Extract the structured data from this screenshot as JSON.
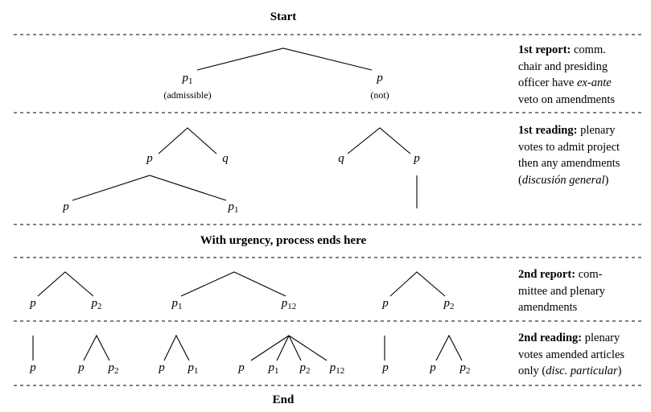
{
  "stages": {
    "start": "Start",
    "urgency": "With urgency, process ends here",
    "end": "End"
  },
  "descriptions": {
    "report1": {
      "head": "1st report:",
      "line1": "comm.",
      "line2": "chair and presiding",
      "line3a": "officer have",
      "line3b": "ex-ante",
      "line4": "veto on amendments"
    },
    "reading1": {
      "head": "1st reading:",
      "line1": "plenary",
      "line2": "votes to admit project",
      "line3": "then any amendments",
      "line4a": "(",
      "line4b": "discusión general",
      "line4c": ")"
    },
    "report2": {
      "head": "2nd report:",
      "line1": "com-",
      "line2": "mittee and plenary",
      "line3": "amendments"
    },
    "reading2": {
      "head": "2nd reading:",
      "line1": "plenary",
      "line2": "votes amended articles",
      "line3a": "only (",
      "line3b": "disc. particular",
      "line3c": ")"
    }
  },
  "row1": {
    "left": {
      "base": "p",
      "sub": "1",
      "note": "(admissible)"
    },
    "right": {
      "base": "p",
      "sub": "",
      "note": "(not)"
    }
  },
  "row2": {
    "a1": {
      "base": "p",
      "sub": ""
    },
    "a2": {
      "base": "q",
      "sub": ""
    },
    "b1": {
      "base": "q",
      "sub": ""
    },
    "b2": {
      "base": "p",
      "sub": ""
    },
    "c1": {
      "base": "p",
      "sub": ""
    },
    "c2": {
      "base": "p",
      "sub": "1"
    }
  },
  "row3": {
    "a1": {
      "base": "p",
      "sub": ""
    },
    "a2": {
      "base": "p",
      "sub": "2"
    },
    "b1": {
      "base": "p",
      "sub": "1"
    },
    "b2": {
      "base": "p",
      "sub": "12"
    },
    "c1": {
      "base": "p",
      "sub": ""
    },
    "c2": {
      "base": "p",
      "sub": "2"
    }
  },
  "row4": {
    "n1": {
      "base": "p",
      "sub": ""
    },
    "n2": {
      "base": "p",
      "sub": ""
    },
    "n3": {
      "base": "p",
      "sub": "2"
    },
    "n4": {
      "base": "p",
      "sub": ""
    },
    "n5": {
      "base": "p",
      "sub": "1"
    },
    "n6": {
      "base": "p",
      "sub": ""
    },
    "n7": {
      "base": "p",
      "sub": "1"
    },
    "n8": {
      "base": "p",
      "sub": "2"
    },
    "n9": {
      "base": "p",
      "sub": "12"
    },
    "n10": {
      "base": "p",
      "sub": ""
    },
    "n11": {
      "base": "p",
      "sub": ""
    },
    "n12": {
      "base": "p",
      "sub": "2"
    }
  }
}
